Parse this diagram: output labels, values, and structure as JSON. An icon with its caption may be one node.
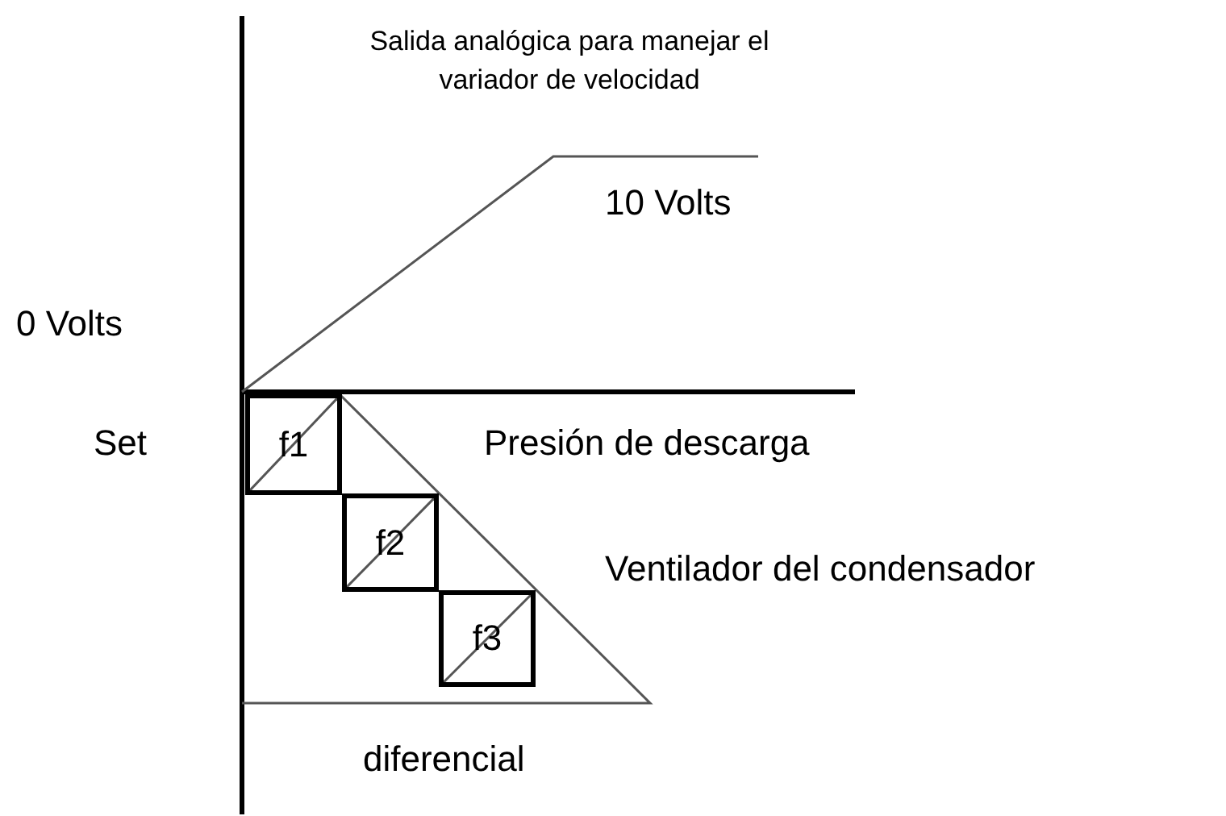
{
  "diagram": {
    "nodes": [
      {
        "text": [
          "f1"
        ]
      },
      {
        "text": [
          "f2"
        ]
      },
      {
        "text": [
          "f3"
        ]
      }
    ],
    "edges": [],
    "labels": [
      "Salida analógica para manejar el variador de velocidad",
      "10 Volts",
      "0 Volts",
      "Set",
      "Presión de descarga",
      "Ventilador del condensador",
      "diferencial"
    ]
  }
}
